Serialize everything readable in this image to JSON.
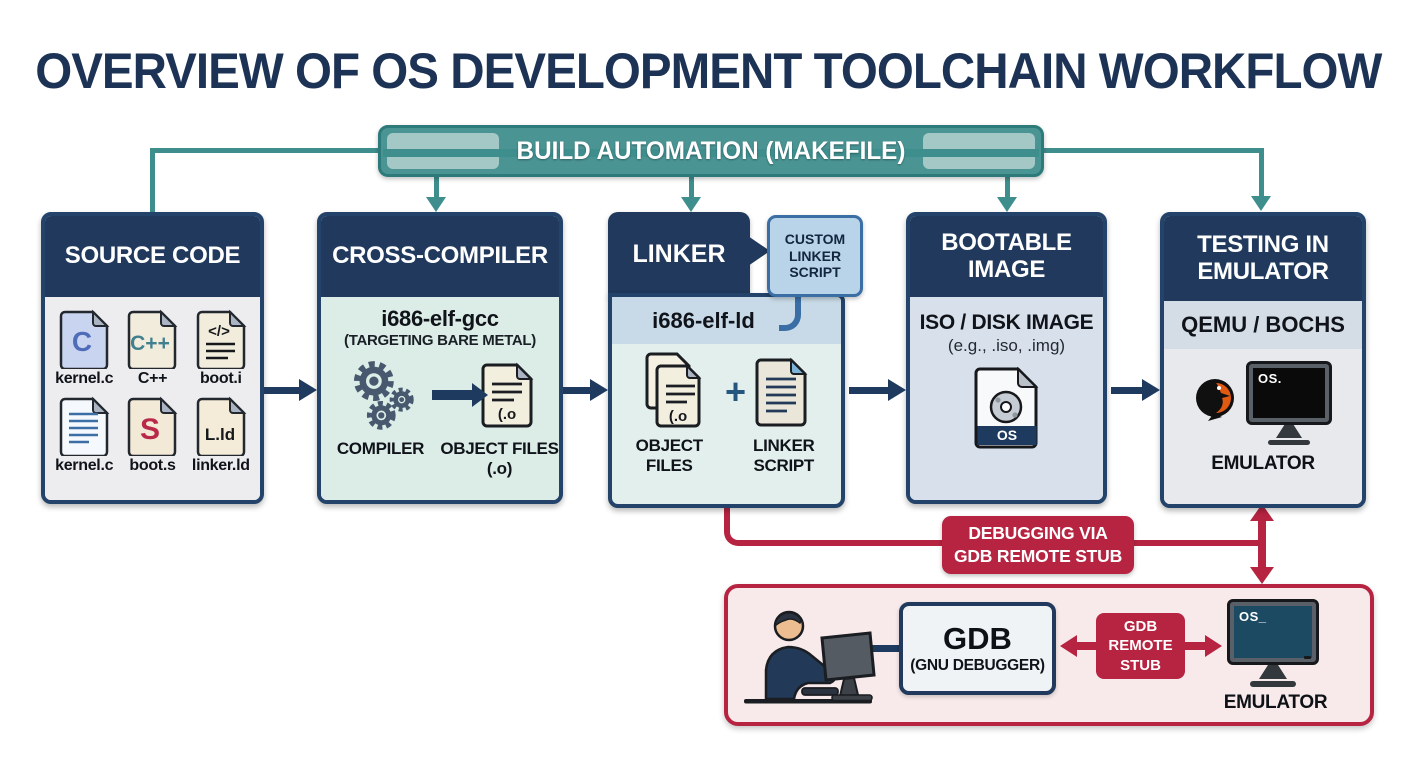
{
  "title": "OVERVIEW OF OS DEVELOPMENT TOOLCHAIN WORKFLOW",
  "banner": {
    "label": "BUILD AUTOMATION (MAKEFILE)"
  },
  "colors": {
    "navy": "#20395c",
    "teal": "#3f8e8e",
    "red": "#b72442",
    "callout_blue": "#3a6ea5"
  },
  "boxes": {
    "source": {
      "title": "SOURCE CODE",
      "files": [
        {
          "label": "kernel.c",
          "glyph": "C"
        },
        {
          "label": "C++",
          "glyph": "C++"
        },
        {
          "label": "boot.i",
          "glyph": "</>"
        },
        {
          "label": "kernel.c",
          "glyph": ""
        },
        {
          "label": "boot.s",
          "glyph": "S"
        },
        {
          "label": "linker.ld",
          "glyph": "L.ld"
        }
      ]
    },
    "compiler": {
      "title": "CROSS-COMPILER",
      "tool": "i686-elf-gcc",
      "subtitle": "(TARGETING BARE METAL)",
      "compiler_label": "COMPILER",
      "object_label": "OBJECT FILES (.o)",
      "object_glyph": "(.o"
    },
    "linker": {
      "title": "LINKER",
      "callout_lines": [
        "CUSTOM",
        "LINKER",
        "SCRIPT"
      ],
      "tool": "i686-elf-ld",
      "object_label": "OBJECT FILES",
      "plus": "+",
      "script_label": "LINKER SCRIPT",
      "object_glyph": "(.o"
    },
    "image": {
      "title": "BOOTABLE IMAGE",
      "tool": "ISO / DISK IMAGE",
      "subtitle": "(e.g., .iso, .img)",
      "badge": "OS"
    },
    "testing": {
      "title": "TESTING IN EMULATOR",
      "tool": "QEMU / BOCHS",
      "screen": "OS.",
      "label": "EMULATOR"
    }
  },
  "debug": {
    "path_label": [
      "DEBUGGING VIA",
      "GDB REMOTE STUB"
    ],
    "gdb": {
      "title": "GDB",
      "subtitle": "(GNU DEBUGGER)"
    },
    "stub_lines": [
      "GDB",
      "REMOTE",
      "STUB"
    ],
    "screen": "OS_",
    "emulator_label": "EMULATOR"
  }
}
